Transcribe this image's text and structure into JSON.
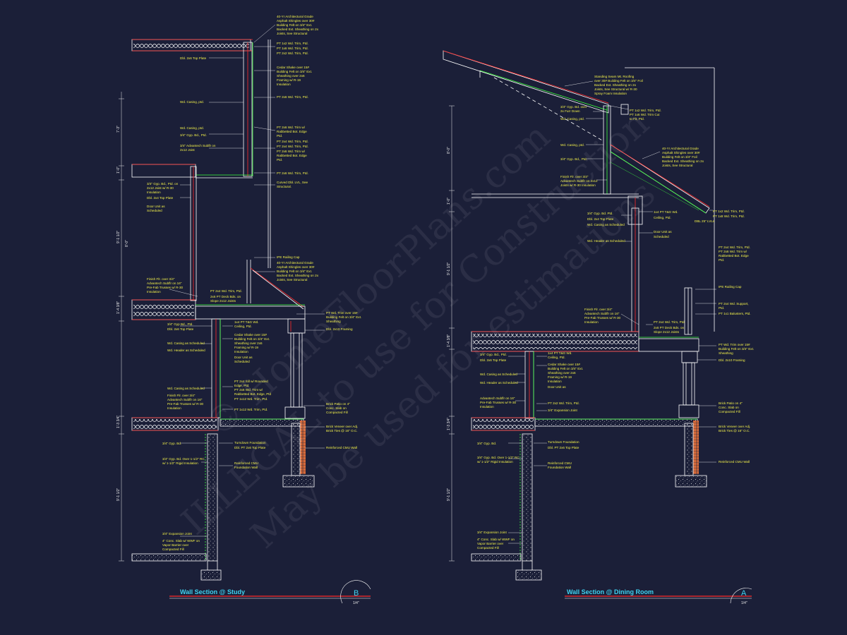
{
  "watermark": {
    "line1": "© HomeFloorPlans.com",
    "line2": "ILLEGAL to use for Construction",
    "line3": "May be used for estimations"
  },
  "left_section": {
    "title": "Wall Section @ Study",
    "tag": "B",
    "scale": "1/4\"",
    "dims": [
      "7'-3\"",
      "1'-0\"",
      "9'-1 1/2\"",
      "8'-0\"",
      "1'-4 3/8\"",
      "1'-3 3/4\"",
      "9'-1 1/2\""
    ],
    "notes_right": [
      "40-Yr Architectural Grade",
      "Asphalt Shingles over 30#",
      "Building Felt on 3/4\" Ext.",
      "Backed Ext. Sheathing on 2x",
      "Joists, See Structural",
      "PT 1x2 Wd. Trim, Ptd.",
      "PT 1x6 Wd. Trim, Ptd.",
      "PT 2x2 Wd. Trim, Ptd.",
      "Cedar Shake over 15#",
      "Building Felt on 3/4\" Ext.",
      "Sheathing over 2x6",
      "Framing w/ R-19",
      "Insulation",
      "PT 2x6 Wd. Trim, Ptd.",
      "PT 2x6 Wd. Trim w/",
      "Rabbetted Bot. Edge",
      "Ptd.",
      "PT 2x4 Wd. Trim, Ptd.",
      "PT 2x4 Wd. Trim, Ptd.",
      "PT 2x6 Wd. Trim w/",
      "Rabbetted Bot. Edge",
      "Ptd.",
      "PT 2x6 Wd. Trim, Ptd.",
      "Curved Dbl. LVL, See",
      "Structural.",
      "IPE Railing Cap",
      "40-Yr Architectural Grade",
      "Asphalt Shingles over 30#",
      "Building Felt on 3/4\" Ext.",
      "Backed Ext. Sheathing on 2x",
      "Joists, See Structural",
      "PT Wd. Trim over 15#",
      "Building Felt on 3/4\" Ext.",
      "Sheathing",
      "Dbl. 2x10 Framing",
      "1x4 PT T&G Wd.",
      "Ceiling, Ptd.",
      "Cedar Shake over 15#",
      "Building Felt on 3/4\" Ext.",
      "Sheathing over 2x6",
      "Framing w/ R-19",
      "Insulation",
      "Door Unit as",
      "Scheduled",
      "PT 2x4 Sill w/ Rounded",
      "Edge, Ptd.",
      "PT 2x6 Wd. Trim w/",
      "Rabbetted Bot. Edge, Ptd",
      "PT 1x12 Wd. Trim, Ptd.",
      "PT 1x12 Wd. Trim, Ptd.",
      "Brick Patio on 4\"",
      "Conc. Slab on",
      "Compacted Fill",
      "Brick Veneer over Adj.",
      "Brick Ties @ 16\" O.C.",
      "Turndown Foundation",
      "Dbl. PT 2x6 Top Plate",
      "Reinforced CMU",
      "Foundation Wall",
      "Reinforced CMU Wall"
    ],
    "notes_left": [
      "Dbl. 2x6 Top Plate",
      "Wd. Casing, ptd.",
      "Wd. Casing, ptd.",
      "3/4\" Gyp. Bd., Ptd.",
      "3/4\" Advantech Subflr on",
      "2x12 Joist",
      "3/4\" Gyp. Bd., Ptd. on",
      "2x12 Joist w/ R-30",
      "Insulation",
      "Dbl. 2x4 Top Plate",
      "Door Unit as",
      "Scheduled",
      "Finish Flr. over 3/4\"",
      "Advantech Subflr on 16\"",
      "Pre-Fab Trusses w/ R-30",
      "Insulation",
      "PT 2x4 Wd. Trim, Ptd.",
      "2x6 PT Deck Bds. on",
      "Slope 2x12 Joists",
      "3/4\" Gyp Bd., Ptd.",
      "Dbl. 2x6 Top Plate",
      "Wd. Casing as Scheduled",
      "Wd. Header as Scheduled",
      "Wd. Casing as Scheduled",
      "Finish Flr. over 3/4\"",
      "Advantech Subflr on 16\"",
      "Pre-Fab Trusses w/ R-30",
      "Insulation",
      "3/4\" Gyp. Bd.",
      "3/4\" Gyp. Bd. Over 1-1/2\" RC",
      "w/ 1-1/2\" Rigid Insulation",
      "3/4\" Expansion Joint",
      "4\" Conc. Slab w/ WWF on",
      "Vapor Barrier over",
      "Compacted Fill"
    ]
  },
  "right_section": {
    "title": "Wall Section @ Dining Room",
    "tag": "A",
    "scale": "1/4\"",
    "dims": [
      "8'-0\"",
      "1'-0\"",
      "9'-1 1/2\"",
      "1'-4 3/8\"",
      "1'-3 3/4\"",
      "9'-1 1/2\""
    ],
    "notes": [
      "Standing Seam Mt. Roofing",
      "over 30# Building Felt on 3/4\" Foil",
      "Backed Ext. Sheathing on 2x",
      "Joists, See Structural w/ R-30",
      "Spray Foam Insulation",
      "3/4\" Gyp. Bd. over",
      "2x Furr Down",
      "Wd. Casing, ptd.",
      "PT 1x2 Wd. Trim, Ptd.",
      "PT 1x6 Wd. Trim Cut",
      "to Fit, Ptd.",
      "Wd. Casing, ptd.",
      "3/4\" Gyp. Bd., Ptd.",
      "40-Yr Architectural Grade",
      "Asphalt Shingles over 30#",
      "Building Felt on 3/4\" Foil",
      "Backed Ext. Sheathing on 2x",
      "Joists, See Structural",
      "Finish Flr. over 3/4\"",
      "Advantech Subflr on 2x12",
      "Joists w/ R-30 Insulation",
      "3/4\" Gyp. Bd. Ptd.",
      "Dbl. 2x4 Top Plate",
      "Wd. Casing as Scheduled",
      "1x4 PT T&G Wd.",
      "Ceiling, Ptd.",
      "PT 1x2 Wd. Trim, Ptd.",
      "PT 1x8 Wd. Trim, Ptd.",
      "DBL 25\" LVLs",
      "Door Unit as",
      "Scheduled",
      "Wd. Header as Scheduled",
      "PT 2x4 Wd. Trim, Ptd.",
      "PT 2x6 Wd. Trim w/",
      "Rabbetted Bot. Edge",
      "Ptd.",
      "IPE Railing Cap",
      "PT 2x4 Wd. Support,",
      "Ptd.",
      "PT 1x1 Balusters, Ptd.",
      "Finish Flr. over 3/4\"",
      "Advantech Subflr on 16\"",
      "Pre-Fab Trusses w/ R-30",
      "Insulation",
      "PT 2x4 Wd. Trim, Ptd.",
      "2x6 PT Deck Bds. on",
      "Slope 2x12 Joists",
      "PT Wd. Trim over 15#",
      "Building Felt on 3/4\" Ext.",
      "Sheathing",
      "Dbl. 2x10 Framing",
      "3/4\" Gyp. Bd., Ptd.",
      "Dbl. 2x6 Top Plate",
      "1x4 PT T&G Wd.",
      "Ceiling, Ptd.",
      "Cedar Shake over 15#",
      "Building Felt on 3/4\" Ext.",
      "Sheathing over 2x6",
      "Framing w/ R-19",
      "Insulation",
      "Door Unit as",
      "Wd. Casing as Scheduled",
      "Wd. Header as Scheduled",
      "Advantech Subflr on 16\"",
      "Pre-Fab Trusses w/ R-30",
      "Insulation",
      "PT 2x2 Wd. Trim, Ptd.",
      "3/4\" Expansion Joint",
      "Brick Patio on 4\"",
      "Conc. Slab on",
      "Compacted Fill",
      "Brick Veneer over Adj.",
      "Brick Ties @ 16\" O.C.",
      "3/4\" Gyp. Bd.",
      "Turndown Foundation",
      "Dbl. PT 2x6 Top Plate",
      "3/4\" Gyp. Bd. Over 1-1/2\" RC",
      "w/ 1-1/2\" Rigid Insulation",
      "Reinforced CMU",
      "Foundation Wall",
      "Reinforced CMU Wall",
      "3/4\" Expansion Joint",
      "4\" Conc. Slab w/ WWF on",
      "Vapor Barrier over",
      "Compacted Fill"
    ]
  },
  "colors": {
    "background": "#1b1f38",
    "outline": "#ffffff",
    "accent_red": "#ff2a2a",
    "accent_green": "#3cff3c",
    "note_text": "#f2f04a",
    "title_cyan": "#3fd3f0"
  }
}
